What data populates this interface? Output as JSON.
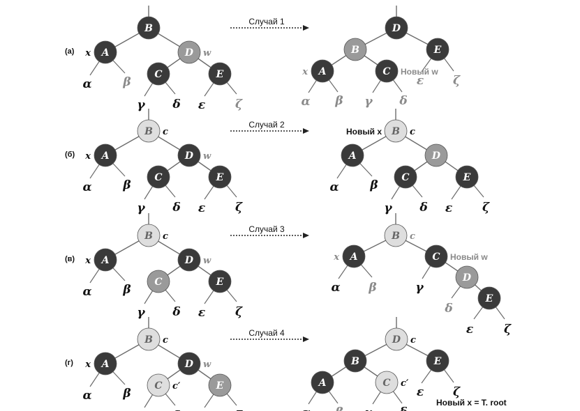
{
  "colors": {
    "black_node": "#3a3a3a",
    "gray_node": "#9a9a9a",
    "white_node": "#dedede",
    "edge": "#6b6b6b",
    "text_dark": "#111111",
    "text_gray": "#8a8a8a",
    "arrow": "#222222"
  },
  "panels": [
    {
      "id": "a",
      "label": "(а)",
      "case_label": "Случай 1",
      "before": {
        "nodes": [
          {
            "id": "B",
            "letter": "B",
            "color": "black",
            "tag": "",
            "tag_color": "dark"
          },
          {
            "id": "A",
            "letter": "A",
            "color": "black",
            "tag": "x",
            "tag_color": "dark"
          },
          {
            "id": "D",
            "letter": "D",
            "color": "gray",
            "tag": "w",
            "tag_color": "gray"
          },
          {
            "id": "C",
            "letter": "C",
            "color": "black",
            "tag": "",
            "tag_color": "dark"
          },
          {
            "id": "E",
            "letter": "E",
            "color": "black",
            "tag": "",
            "tag_color": "dark"
          }
        ],
        "subtrees": [
          {
            "id": "alpha",
            "sym": "α",
            "tone": "dark"
          },
          {
            "id": "beta",
            "sym": "β",
            "tone": "gray"
          },
          {
            "id": "gamma",
            "sym": "γ",
            "tone": "dark"
          },
          {
            "id": "delta",
            "sym": "δ",
            "tone": "dark"
          },
          {
            "id": "epsilon",
            "sym": "ε",
            "tone": "dark"
          },
          {
            "id": "zeta",
            "sym": "ζ",
            "tone": "gray"
          }
        ]
      },
      "after": {
        "nodes": [
          {
            "id": "D",
            "letter": "D",
            "color": "black",
            "tag": "",
            "tag_color": "dark"
          },
          {
            "id": "B",
            "letter": "B",
            "color": "gray",
            "tag": "",
            "tag_color": "dark"
          },
          {
            "id": "E",
            "letter": "E",
            "color": "black",
            "tag": "",
            "tag_color": "dark"
          },
          {
            "id": "A",
            "letter": "A",
            "color": "black",
            "tag": "x",
            "tag_color": "gray"
          },
          {
            "id": "C",
            "letter": "C",
            "color": "black",
            "tag": "Новый w",
            "tag_color": "gray"
          }
        ],
        "subtrees": [
          {
            "id": "alpha",
            "sym": "α",
            "tone": "gray"
          },
          {
            "id": "beta",
            "sym": "β",
            "tone": "gray"
          },
          {
            "id": "gamma",
            "sym": "γ",
            "tone": "gray"
          },
          {
            "id": "delta",
            "sym": "δ",
            "tone": "gray"
          },
          {
            "id": "epsilon",
            "sym": "ε",
            "tone": "gray"
          },
          {
            "id": "zeta",
            "sym": "ζ",
            "tone": "gray"
          }
        ]
      }
    },
    {
      "id": "b",
      "label": "(б)",
      "case_label": "Случай 2",
      "before": {
        "nodes": [
          {
            "id": "B",
            "letter": "B",
            "color": "white",
            "tag": "c",
            "tag_color": "dark"
          },
          {
            "id": "A",
            "letter": "A",
            "color": "black",
            "tag": "x",
            "tag_color": "dark"
          },
          {
            "id": "D",
            "letter": "D",
            "color": "black",
            "tag": "w",
            "tag_color": "gray"
          },
          {
            "id": "C",
            "letter": "C",
            "color": "black",
            "tag": "",
            "tag_color": "dark"
          },
          {
            "id": "E",
            "letter": "E",
            "color": "black",
            "tag": "",
            "tag_color": "dark"
          }
        ],
        "subtrees": [
          {
            "id": "alpha",
            "sym": "α",
            "tone": "dark"
          },
          {
            "id": "beta",
            "sym": "β",
            "tone": "dark"
          },
          {
            "id": "gamma",
            "sym": "γ",
            "tone": "dark"
          },
          {
            "id": "delta",
            "sym": "δ",
            "tone": "dark"
          },
          {
            "id": "epsilon",
            "sym": "ε",
            "tone": "dark"
          },
          {
            "id": "zeta",
            "sym": "ζ",
            "tone": "dark"
          }
        ]
      },
      "after": {
        "nodes": [
          {
            "id": "B",
            "letter": "B",
            "color": "white",
            "tag": "c",
            "tag_color": "dark",
            "pre_tag": "Новый x"
          },
          {
            "id": "A",
            "letter": "A",
            "color": "black",
            "tag": "",
            "tag_color": "dark"
          },
          {
            "id": "D",
            "letter": "D",
            "color": "gray",
            "tag": "",
            "tag_color": "dark"
          },
          {
            "id": "C",
            "letter": "C",
            "color": "black",
            "tag": "",
            "tag_color": "dark"
          },
          {
            "id": "E",
            "letter": "E",
            "color": "black",
            "tag": "",
            "tag_color": "dark"
          }
        ],
        "subtrees": [
          {
            "id": "alpha",
            "sym": "α",
            "tone": "dark"
          },
          {
            "id": "beta",
            "sym": "β",
            "tone": "dark"
          },
          {
            "id": "gamma",
            "sym": "γ",
            "tone": "dark"
          },
          {
            "id": "delta",
            "sym": "δ",
            "tone": "dark"
          },
          {
            "id": "epsilon",
            "sym": "ε",
            "tone": "dark"
          },
          {
            "id": "zeta",
            "sym": "ζ",
            "tone": "dark"
          }
        ]
      }
    },
    {
      "id": "c",
      "label": "(в)",
      "case_label": "Случай 3",
      "before": {
        "nodes": [
          {
            "id": "B",
            "letter": "B",
            "color": "white",
            "tag": "c",
            "tag_color": "dark"
          },
          {
            "id": "A",
            "letter": "A",
            "color": "black",
            "tag": "x",
            "tag_color": "dark"
          },
          {
            "id": "D",
            "letter": "D",
            "color": "black",
            "tag": "w",
            "tag_color": "gray"
          },
          {
            "id": "C",
            "letter": "C",
            "color": "gray",
            "tag": "",
            "tag_color": "dark"
          },
          {
            "id": "E",
            "letter": "E",
            "color": "black",
            "tag": "",
            "tag_color": "dark"
          }
        ],
        "subtrees": [
          {
            "id": "alpha",
            "sym": "α",
            "tone": "dark"
          },
          {
            "id": "beta",
            "sym": "β",
            "tone": "dark"
          },
          {
            "id": "gamma",
            "sym": "γ",
            "tone": "dark"
          },
          {
            "id": "delta",
            "sym": "δ",
            "tone": "dark"
          },
          {
            "id": "epsilon",
            "sym": "ε",
            "tone": "dark"
          },
          {
            "id": "zeta",
            "sym": "ζ",
            "tone": "dark"
          }
        ]
      },
      "after": {
        "nodes": [
          {
            "id": "B",
            "letter": "B",
            "color": "white",
            "tag": "c",
            "tag_color": "gray"
          },
          {
            "id": "A",
            "letter": "A",
            "color": "black",
            "tag": "x",
            "tag_color": "gray"
          },
          {
            "id": "C",
            "letter": "C",
            "color": "black",
            "tag": "Новый w",
            "tag_color": "gray"
          },
          {
            "id": "D",
            "letter": "D",
            "color": "gray",
            "tag": "",
            "tag_color": "dark"
          },
          {
            "id": "E",
            "letter": "E",
            "color": "black",
            "tag": "",
            "tag_color": "dark"
          }
        ],
        "subtrees": [
          {
            "id": "alpha",
            "sym": "α",
            "tone": "dark"
          },
          {
            "id": "beta",
            "sym": "β",
            "tone": "gray"
          },
          {
            "id": "gamma",
            "sym": "γ",
            "tone": "dark"
          },
          {
            "id": "delta",
            "sym": "δ",
            "tone": "gray"
          },
          {
            "id": "epsilon",
            "sym": "ε",
            "tone": "dark"
          },
          {
            "id": "zeta",
            "sym": "ζ",
            "tone": "dark"
          }
        ]
      }
    },
    {
      "id": "d",
      "label": "(г)",
      "case_label": "Случай 4",
      "before": {
        "nodes": [
          {
            "id": "B",
            "letter": "B",
            "color": "white",
            "tag": "c",
            "tag_color": "dark"
          },
          {
            "id": "A",
            "letter": "A",
            "color": "black",
            "tag": "x",
            "tag_color": "dark"
          },
          {
            "id": "D",
            "letter": "D",
            "color": "black",
            "tag": "w",
            "tag_color": "gray"
          },
          {
            "id": "C",
            "letter": "C",
            "color": "white",
            "tag": "c′",
            "tag_color": "dark"
          },
          {
            "id": "E",
            "letter": "E",
            "color": "gray",
            "tag": "",
            "tag_color": "dark"
          }
        ],
        "subtrees": [
          {
            "id": "alpha",
            "sym": "α",
            "tone": "dark"
          },
          {
            "id": "beta",
            "sym": "β",
            "tone": "dark"
          },
          {
            "id": "gamma",
            "sym": "γ",
            "tone": "dark"
          },
          {
            "id": "delta",
            "sym": "δ",
            "tone": "dark"
          },
          {
            "id": "epsilon",
            "sym": "ε",
            "tone": "dark"
          },
          {
            "id": "zeta",
            "sym": "ζ",
            "tone": "dark"
          }
        ]
      },
      "after": {
        "nodes": [
          {
            "id": "D",
            "letter": "D",
            "color": "white",
            "tag": "c",
            "tag_color": "dark"
          },
          {
            "id": "B",
            "letter": "B",
            "color": "black",
            "tag": "",
            "tag_color": "dark"
          },
          {
            "id": "E",
            "letter": "E",
            "color": "black",
            "tag": "",
            "tag_color": "dark"
          },
          {
            "id": "A",
            "letter": "A",
            "color": "black",
            "tag": "",
            "tag_color": "dark"
          },
          {
            "id": "C",
            "letter": "C",
            "color": "white",
            "tag": "c′",
            "tag_color": "dark"
          }
        ],
        "subtrees": [
          {
            "id": "alpha",
            "sym": "α",
            "tone": "dark"
          },
          {
            "id": "beta",
            "sym": "β",
            "tone": "gray"
          },
          {
            "id": "gamma",
            "sym": "γ",
            "tone": "dark"
          },
          {
            "id": "delta",
            "sym": "δ",
            "tone": "dark"
          },
          {
            "id": "epsilon",
            "sym": "ε",
            "tone": "dark"
          },
          {
            "id": "zeta",
            "sym": "ζ",
            "tone": "dark"
          }
        ],
        "note": "Новый x = T. root"
      }
    }
  ]
}
